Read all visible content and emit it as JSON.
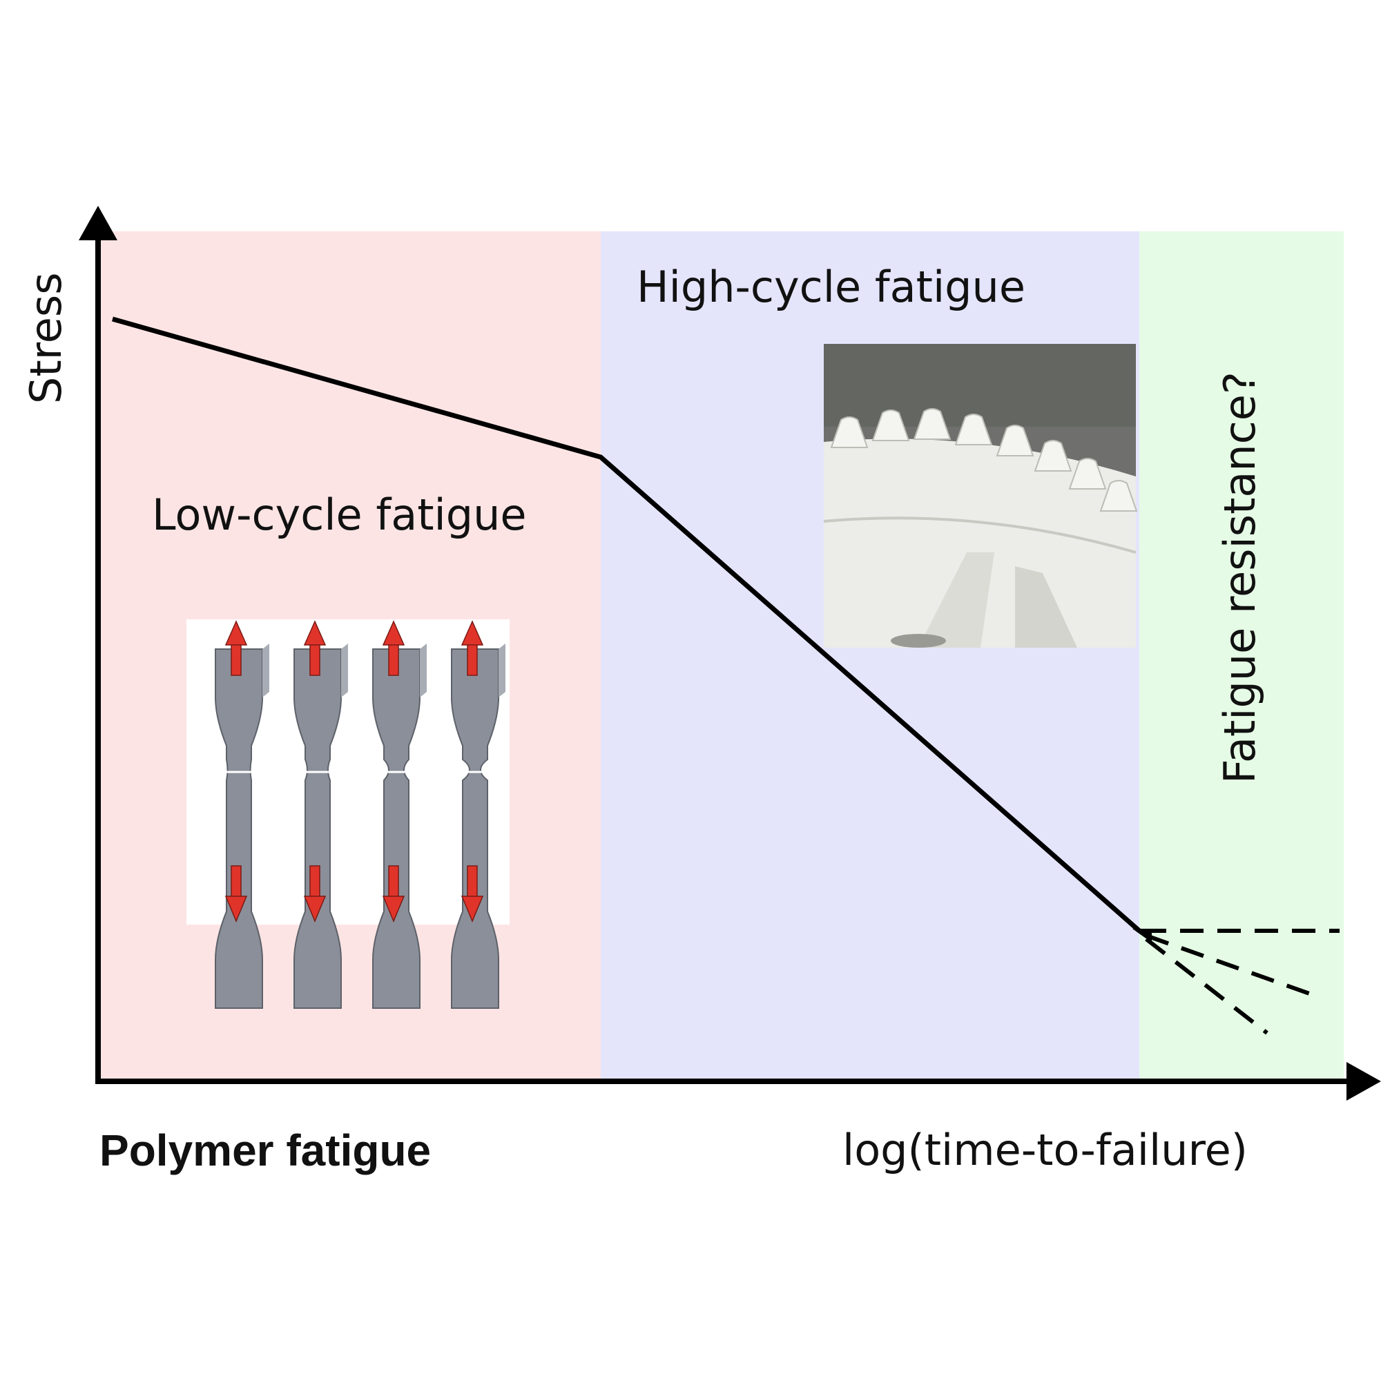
{
  "title": "Polymer fatigue",
  "y_axis_label": "Stress",
  "x_axis_label": "log(time-to-failure)",
  "regions": [
    {
      "label": "Low-cycle fatigue",
      "color": "#fde4e4"
    },
    {
      "label": "High-cycle fatigue",
      "color": "#e4e5fb"
    },
    {
      "label": "Fatigue resistance?",
      "color": "#e5fbe5"
    }
  ],
  "images": {
    "specimens": "dogbone-specimens-with-tension-arrows",
    "gear": "white-polymer-gear-photo"
  },
  "colors": {
    "curve": "#000000",
    "arrow_red": "#e0342a",
    "specimen_gray": "#8b8f99",
    "gear_background": "#6f706d",
    "gear_white": "#ecece8"
  }
}
